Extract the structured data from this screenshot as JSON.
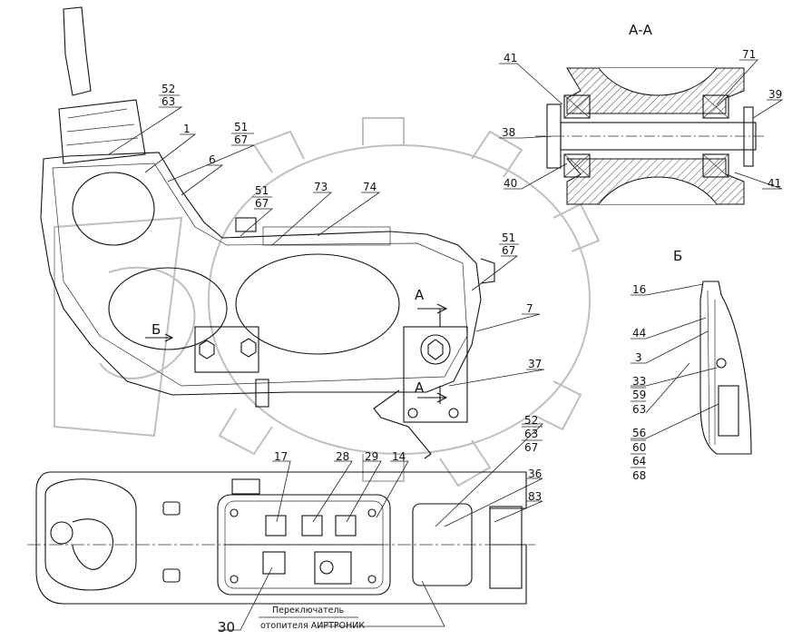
{
  "section_title": "А-А",
  "view_b_title": "Б",
  "view_marker_b": "Б",
  "section_marker_a_top": "А",
  "section_marker_a_bottom": "А",
  "labels": {
    "l52a": "52",
    "l63a": "63",
    "l1": "1",
    "l51a": "51",
    "l67a": "67",
    "l6": "6",
    "l51b": "51",
    "l67b": "67",
    "l73": "73",
    "l74": "74",
    "l51c": "51",
    "l67c": "67",
    "l7": "7",
    "l37": "37",
    "l41a": "41",
    "l71": "71",
    "l39": "39",
    "l38": "38",
    "l40": "40",
    "l41b": "41",
    "l16": "16",
    "l44": "44",
    "l3": "3",
    "l33": "33",
    "l59": "59",
    "l63b": "63",
    "l56": "56",
    "l60": "60",
    "l64": "64",
    "l68": "68",
    "l52b": "52",
    "l63c": "63",
    "l67d": "67",
    "l36": "36",
    "l83": "83",
    "l17": "17",
    "l28": "28",
    "l29": "29",
    "l14": "14",
    "l30": "30"
  },
  "caption": {
    "line1": "Переключатель",
    "line2": "отопителя АИРТРОНИК"
  }
}
